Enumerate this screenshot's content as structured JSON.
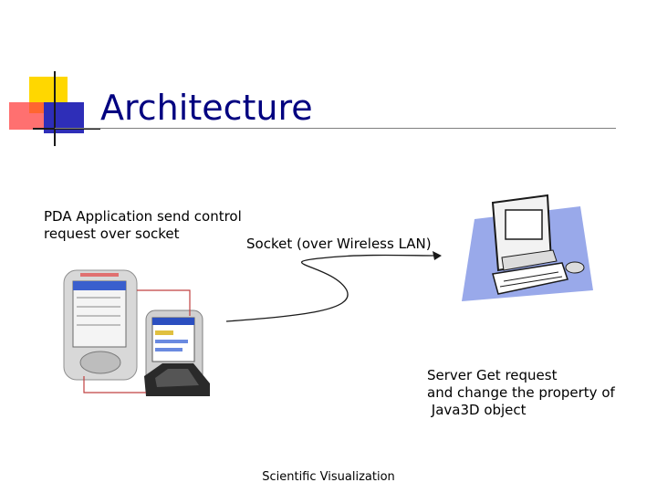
{
  "slide": {
    "title": "Architecture",
    "pda_caption_line1": "PDA Application send control",
    "pda_caption_line2": "request over socket",
    "socket_label": "Socket (over Wireless LAN)",
    "server_caption_line1": "Server Get request",
    "server_caption_line2": "and change the property of",
    "server_caption_line3": " Java3D object",
    "footer": "Scientific Visualization"
  },
  "colors": {
    "title": "#000080",
    "accent_yellow": "#ffd700",
    "accent_red": "#ff4040",
    "accent_blue": "#2e2eb8",
    "monitor_blue": "#8ea0e8",
    "connector_red": "#c04040"
  },
  "icons": [
    "pda-device-icon",
    "pocket-pc-cradle-icon",
    "computer-icon"
  ]
}
